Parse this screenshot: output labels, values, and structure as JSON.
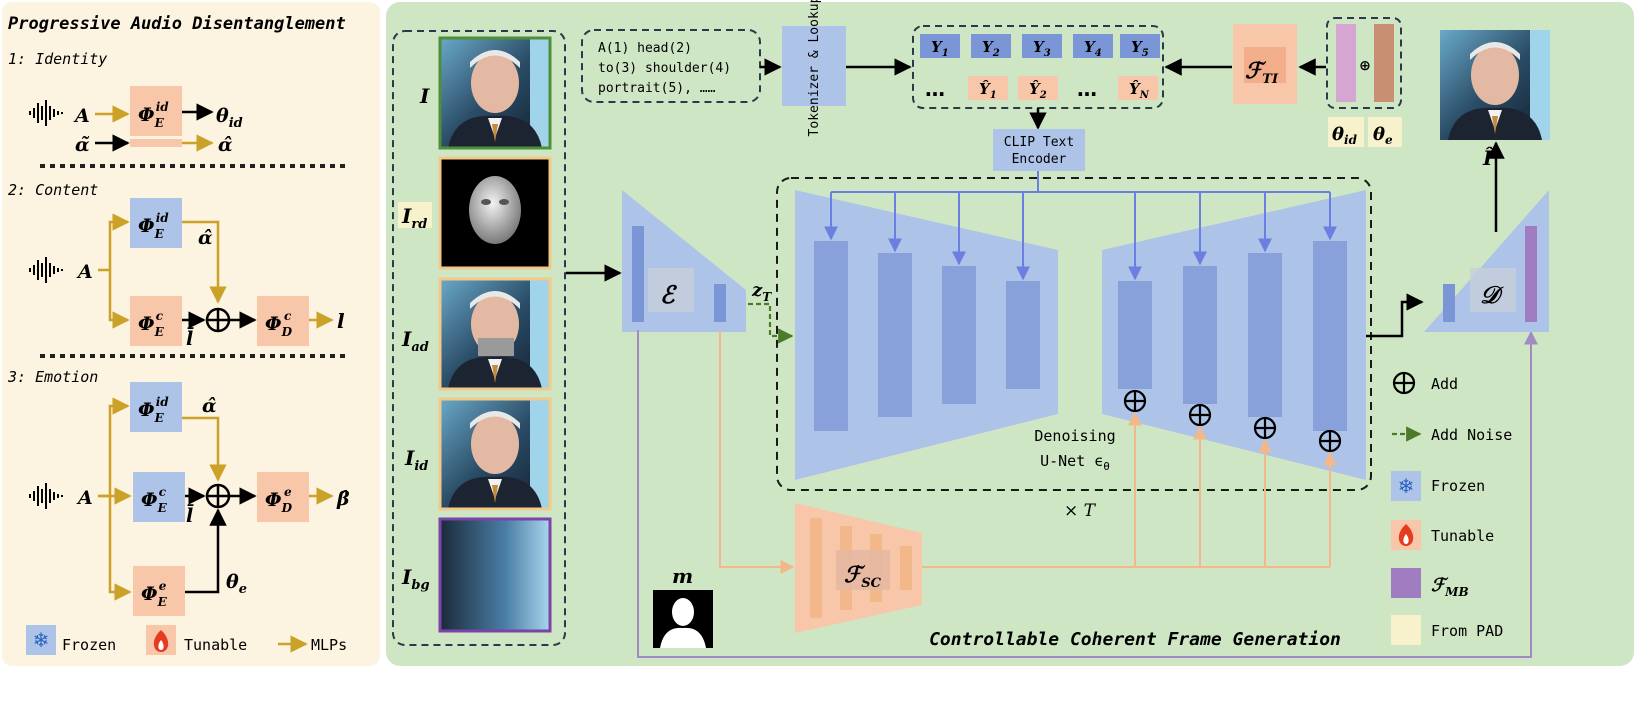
{
  "left_panel": {
    "title": "Progressive Audio Disentanglement",
    "sections": [
      {
        "label": "1: Identity"
      },
      {
        "label": "2: Content"
      },
      {
        "label": "3: Emotion"
      }
    ],
    "sym": {
      "A": "A",
      "phi_id": "Φ",
      "phi_id_sub": "E",
      "phi_id_sup": "id",
      "phi_c": "Φ",
      "phi_c_sup": "c",
      "phi_e_sup": "e",
      "sub_E": "E",
      "sub_D": "D",
      "theta_id": "θ",
      "theta_id_sub": "id",
      "theta_e": "θ",
      "theta_e_sub": "e",
      "alpha_tilde": "α̃",
      "alpha_hat": "α̂",
      "l": "l",
      "l_bar": "l̄",
      "beta_hat": "β̂"
    },
    "legend": [
      {
        "label": "Frozen",
        "icon": "snowflake-icon",
        "color": "#aec3e8"
      },
      {
        "label": "Tunable",
        "icon": "flame-icon",
        "color": "#f8c6a8"
      },
      {
        "label": "MLPs",
        "icon": "arrow-icon",
        "color": "#c9a227"
      }
    ]
  },
  "right_panel": {
    "title": "Controllable Coherent Frame Generation",
    "inputs": [
      {
        "name": "I",
        "sub": ""
      },
      {
        "name": "I",
        "sub": "rd"
      },
      {
        "name": "I",
        "sub": "ad"
      },
      {
        "name": "I",
        "sub": "id"
      },
      {
        "name": "I",
        "sub": "bg"
      }
    ],
    "prompt_lines": [
      "A(1) head(2)",
      "to(3) shoulder(4)",
      "portrait(5), ……"
    ],
    "tokenizer_label": "Tokenizer & Lookup",
    "tokens_top": [
      "Y",
      "Y",
      "Y",
      "Y",
      "Y"
    ],
    "tokens_top_sub": [
      "1",
      "2",
      "3",
      "4",
      "5"
    ],
    "tokens_bottom": [
      "Ŷ",
      "Ŷ",
      "Ŷ"
    ],
    "tokens_bottom_sub": [
      "1",
      "2",
      "N"
    ],
    "ellipsis": "…",
    "clip_label_1": "CLIP Text",
    "clip_label_2": "Encoder",
    "f_ti": "ℱ",
    "f_ti_sub": "TI",
    "oplus": "⊕",
    "theta_id": "θ",
    "theta_id_sub": "id",
    "theta_e": "θ",
    "theta_e_sub": "e",
    "encoder": "ℰ",
    "z_t": "z",
    "z_t_sub": "T",
    "decoder": "𝒟",
    "output": "Î",
    "unet_label_1": "Denoising",
    "unet_label_2": "U-Net ϵ",
    "unet_label_sub": "θ",
    "times_t": "× T",
    "f_sc": "ℱ",
    "f_sc_sub": "SC",
    "mask": "m",
    "legend": [
      {
        "label": "Add",
        "icon": "oplus-icon"
      },
      {
        "label": "Add Noise",
        "icon": "dashed-arrow-icon"
      },
      {
        "label": "Frozen",
        "icon": "snowflake-icon",
        "color": "#aec3e8"
      },
      {
        "label": "Tunable",
        "icon": "flame-icon",
        "color": "#f8c6a8"
      },
      {
        "label": "ℱ",
        "sub": "MB",
        "icon": "purple-box-icon",
        "color": "#a07cc0"
      },
      {
        "label": "From PAD",
        "icon": "cream-box-icon",
        "color": "#f7f1cc"
      }
    ]
  },
  "colors": {
    "left_bg": "#fdf3e1",
    "right_bg": "#cfe6c4",
    "frozen": "#aec3e8",
    "tunable": "#f8c6a8",
    "mlp_arrow": "#c9a227",
    "clip_arrow": "#6a7fe0",
    "sc_arrow": "#f3b889",
    "mb_arrow": "#a08cc2",
    "purple": "#a07cc0",
    "cream": "#f7f1cc"
  }
}
